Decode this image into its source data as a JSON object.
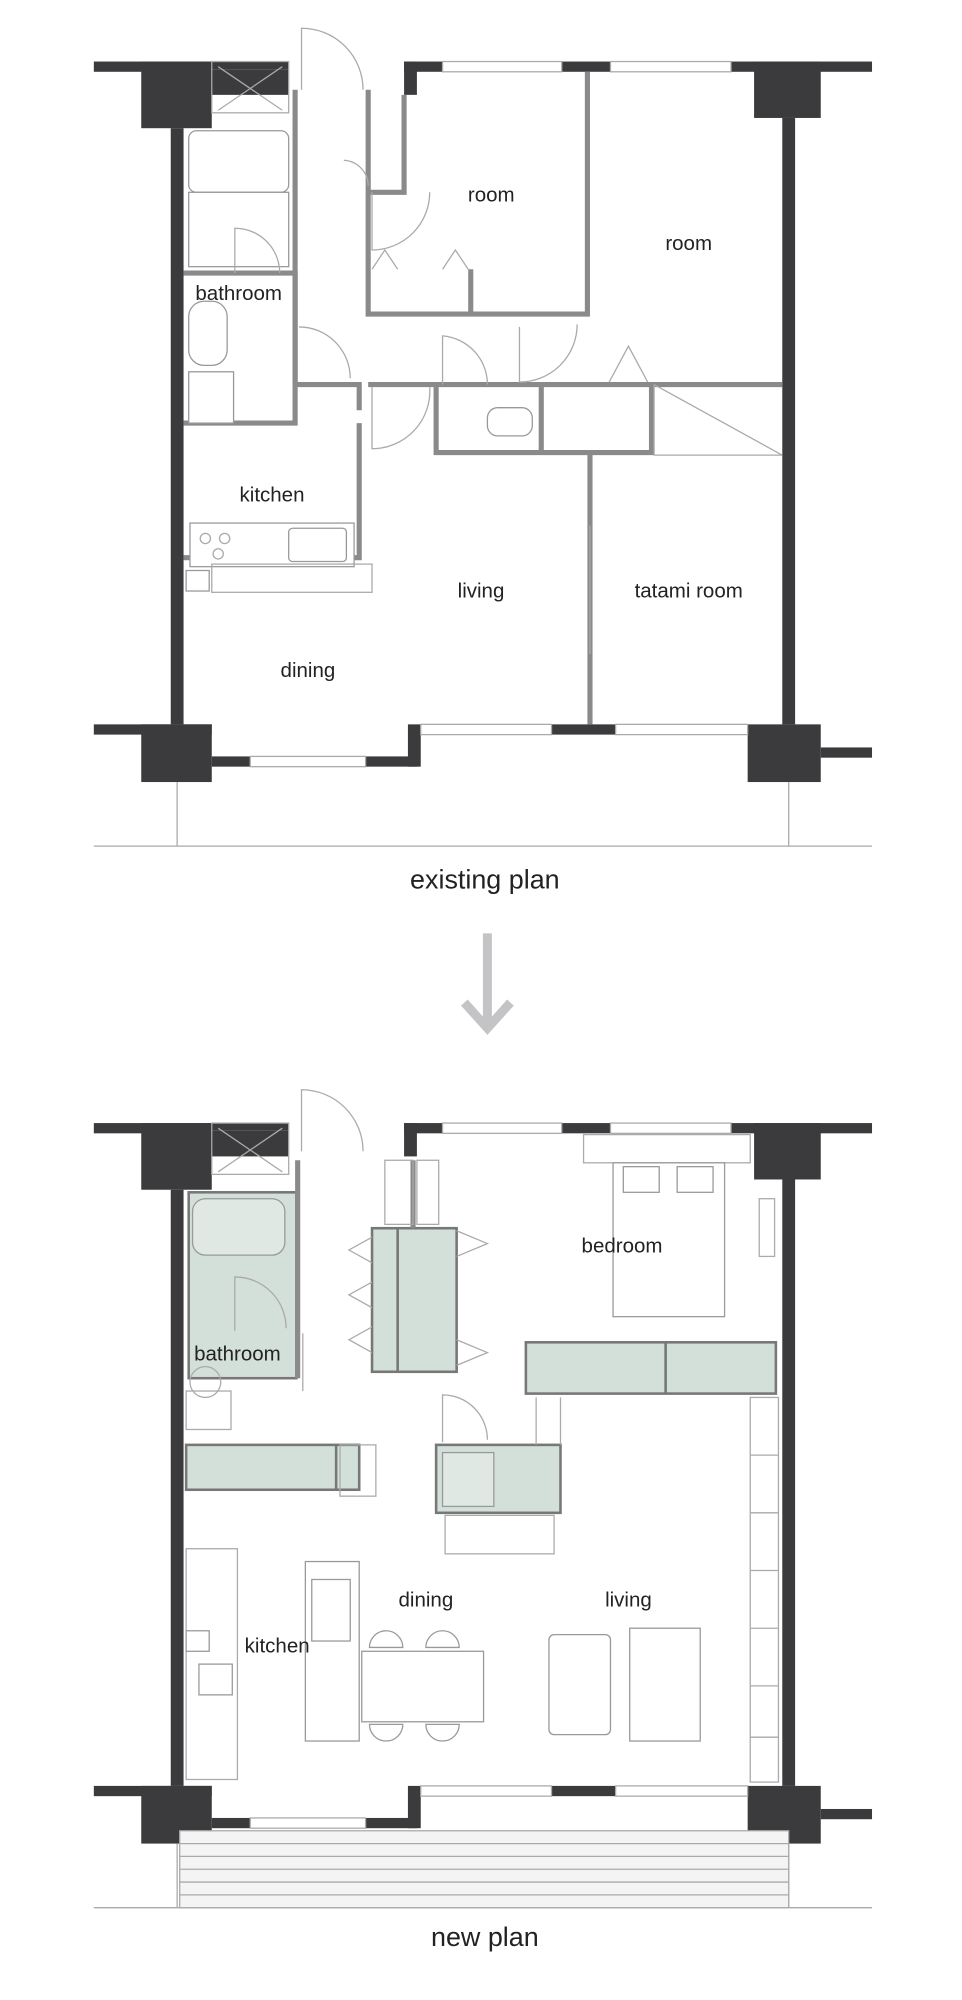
{
  "existing_plan": {
    "caption": "existing plan",
    "rooms": {
      "room_1": "room",
      "room_2": "room",
      "bathroom": "bathroom",
      "kitchen": "kitchen",
      "living": "living",
      "tatami_room": "tatami room",
      "dining": "dining"
    }
  },
  "new_plan": {
    "caption": "new plan",
    "rooms": {
      "bedroom": "bedroom",
      "bathroom": "bathroom",
      "dining": "dining",
      "living": "living",
      "kitchen": "kitchen"
    }
  },
  "colors": {
    "structure": "#3b3b3d",
    "partition": "#8a8a8a",
    "new_fixtures": "#d3e0d9",
    "arrow": "#c4c4c6"
  }
}
